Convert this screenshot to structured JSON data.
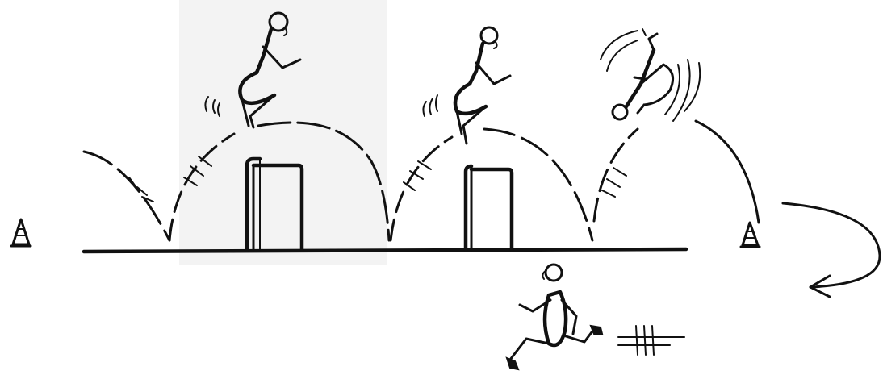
{
  "drawing": {
    "style": "hand-drawn black ink sketch",
    "colors": {
      "ink": "#111111",
      "paper": "#ffffff",
      "shaded_panel": "#f2f2f2"
    },
    "elements": [
      "start-cone-icon",
      "hurdle-1",
      "hurdle-2",
      "end-cone-icon",
      "jump-arc-1",
      "jump-arc-2",
      "jump-arc-3",
      "jump-arc-4",
      "crouch-jumper-1",
      "crouch-jumper-2",
      "somersault-jumper",
      "runner-figure",
      "return-arrow-icon"
    ]
  }
}
